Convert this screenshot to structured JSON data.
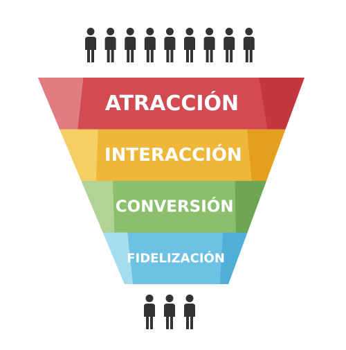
{
  "people_top_count": 9,
  "people_bottom_count": 3,
  "person_color": "#333333",
  "stages": [
    {
      "label": "ATRACCIÓN",
      "left": "#e07d80",
      "mid": "#d24b52",
      "right": "#c4373f"
    },
    {
      "label": "INTERACCIÓN",
      "left": "#f5cf66",
      "mid": "#efb73a",
      "right": "#e59f1e"
    },
    {
      "label": "CONVERSIÓN",
      "left": "#b1d395",
      "mid": "#8bbf6c",
      "right": "#6fa653"
    },
    {
      "label": "FIDELIZACIÓN",
      "left": "#a5dcee",
      "mid": "#6dc2e3",
      "right": "#4fafd6"
    }
  ]
}
